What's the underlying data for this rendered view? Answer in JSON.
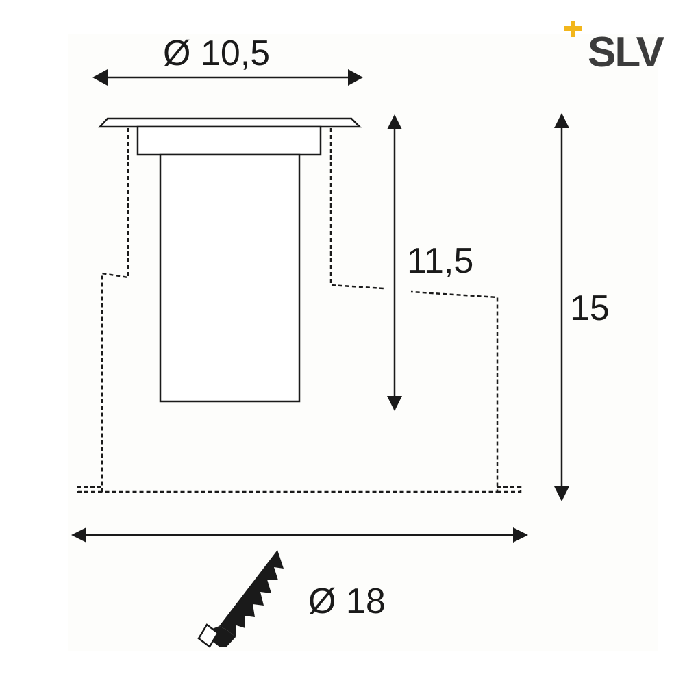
{
  "brand": {
    "name": "SLV",
    "plus_color": "#f2b61c",
    "text_color": "#3c3c3c"
  },
  "dimensions": {
    "top_diameter": "Ø 10,5",
    "inner_height": "11,5",
    "total_height": "15",
    "cutout_diameter": "Ø 18"
  },
  "icons": {
    "drill": "drill-bit-icon"
  },
  "colors": {
    "line": "#1a1a1a",
    "background": "#ffffff"
  }
}
